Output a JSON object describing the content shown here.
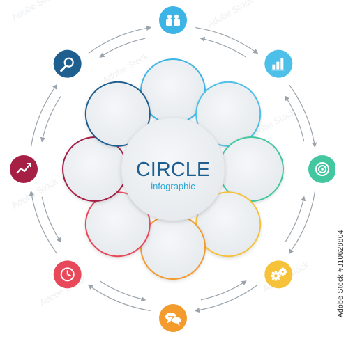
{
  "center": {
    "title": "CIRCLE",
    "subtitle": "infographic"
  },
  "stock_id": "310628804",
  "watermark_text": "Adobe Stock",
  "colors": {
    "arrow": "#9aa3ab",
    "center_title": "#1f5f8f",
    "center_subtitle": "#2aa7d6"
  },
  "segments": [
    {
      "id": "team",
      "color": "#3cb4e6",
      "icon": "people-icon"
    },
    {
      "id": "chart",
      "color": "#4cc0e8",
      "icon": "bar-chart-icon"
    },
    {
      "id": "target",
      "color": "#43c7a0",
      "icon": "target-icon"
    },
    {
      "id": "settings",
      "color": "#f6c23a",
      "icon": "gears-icon"
    },
    {
      "id": "chat",
      "color": "#f39b2c",
      "icon": "chat-bubbles-icon"
    },
    {
      "id": "time",
      "color": "#e8495a",
      "icon": "clock-icon"
    },
    {
      "id": "trend",
      "color": "#a61f45",
      "icon": "trend-line-icon"
    },
    {
      "id": "search",
      "color": "#1f5f8f",
      "icon": "magnifier-icon"
    }
  ]
}
